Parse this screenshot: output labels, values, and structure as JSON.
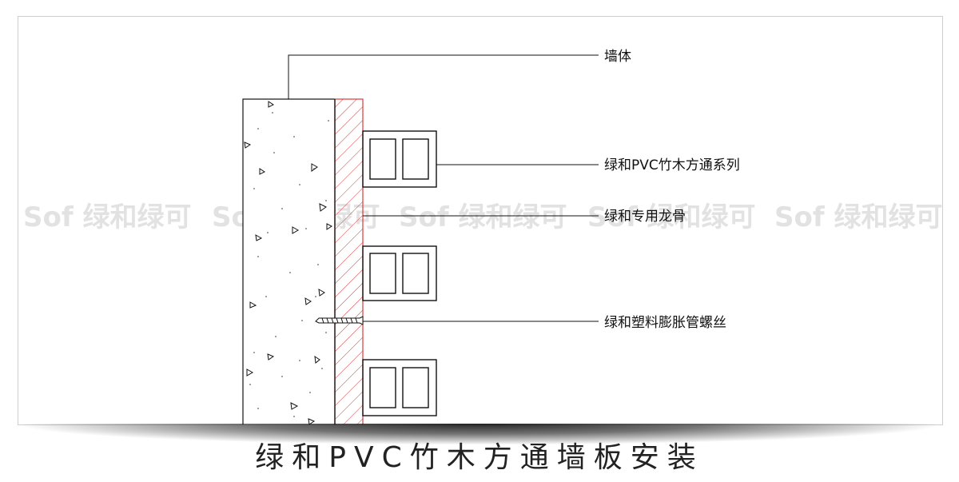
{
  "diagram": {
    "labels": {
      "wall": "墙体",
      "panel_series": "绿和PVC竹木方通系列",
      "keel": "绿和专用龙骨",
      "screw": "绿和塑料膨胀管螺丝"
    },
    "watermark": "Sof 绿和绿可",
    "colors": {
      "line": "#111111",
      "keel_hatch": "#d93a3a",
      "watermark": "#e2e2e2"
    }
  },
  "caption": "绿和PVC竹木方通墙板安装"
}
